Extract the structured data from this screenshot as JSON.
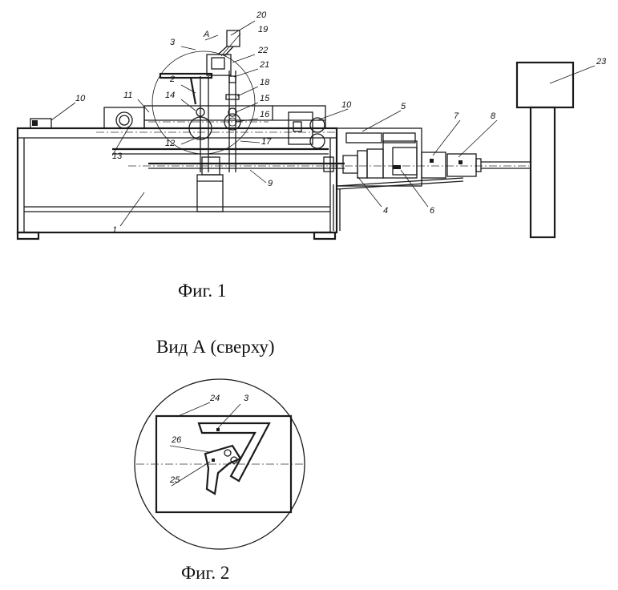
{
  "captions": {
    "fig1": "Фиг. 1",
    "view_a": "Вид А (сверху)",
    "fig2": "Фиг. 2"
  },
  "fig1_labels": [
    {
      "id": "1",
      "text": "1"
    },
    {
      "id": "2",
      "text": "2"
    },
    {
      "id": "3",
      "text": "3"
    },
    {
      "id": "A",
      "text": "А"
    },
    {
      "id": "4",
      "text": "4"
    },
    {
      "id": "5",
      "text": "5"
    },
    {
      "id": "6",
      "text": "6"
    },
    {
      "id": "7",
      "text": "7"
    },
    {
      "id": "8",
      "text": "8"
    },
    {
      "id": "9",
      "text": "9"
    },
    {
      "id": "10a",
      "text": "10"
    },
    {
      "id": "10b",
      "text": "10"
    },
    {
      "id": "11",
      "text": "11"
    },
    {
      "id": "12",
      "text": "12"
    },
    {
      "id": "13",
      "text": "13"
    },
    {
      "id": "14",
      "text": "14"
    },
    {
      "id": "15",
      "text": "15"
    },
    {
      "id": "16",
      "text": "16"
    },
    {
      "id": "17",
      "text": "17"
    },
    {
      "id": "18",
      "text": "18"
    },
    {
      "id": "19",
      "text": "19"
    },
    {
      "id": "20",
      "text": "20"
    },
    {
      "id": "21",
      "text": "21"
    },
    {
      "id": "22",
      "text": "22"
    },
    {
      "id": "23",
      "text": "23"
    }
  ],
  "fig2_labels": [
    {
      "id": "24",
      "text": "24"
    },
    {
      "id": "3b",
      "text": "3"
    },
    {
      "id": "26",
      "text": "26"
    },
    {
      "id": "25",
      "text": "25"
    }
  ]
}
